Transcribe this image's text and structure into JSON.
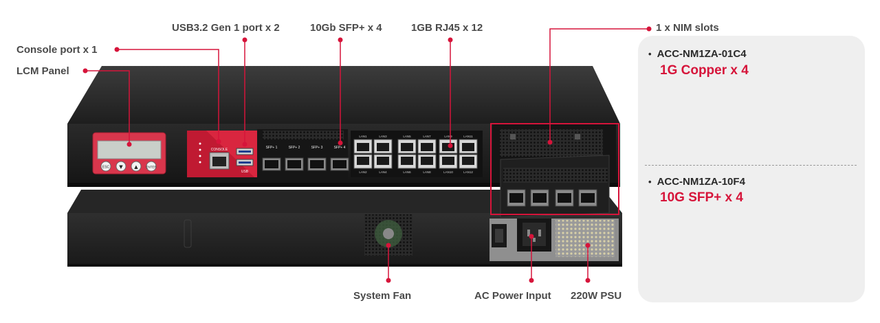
{
  "callouts": {
    "console": "Console port x 1",
    "lcm": "LCM Panel",
    "usb": "USB3.2 Gen 1 port x 2",
    "sfp": "10Gb SFP+ x 4",
    "rj45": "1GB RJ45 x 12",
    "nim": "1 x NIM slots",
    "fan": "System Fan",
    "ac": "AC Power Input",
    "psu": "220W PSU"
  },
  "front_panel": {
    "lcm_buttons": [
      "ESC",
      "▼",
      "▲",
      "ENTER"
    ],
    "console_label": "CONSOLE",
    "usb_label": "USB",
    "sfp_labels": [
      "SFP+ 1",
      "SFP+ 2",
      "SFP+ 3",
      "SFP+ 4"
    ],
    "lan_top_labels": [
      "LAN1",
      "LAN3",
      "LAN5",
      "LAN7",
      "LAN9",
      "LAN11"
    ],
    "lan_bottom_labels": [
      "LAN2",
      "LAN4",
      "LAN6",
      "LAN8",
      "LAN10",
      "LAN12"
    ]
  },
  "modules": [
    {
      "name": "ACC-NM1ZA-01C4",
      "desc": "1G Copper x 4"
    },
    {
      "name": "ACC-NM1ZA-10F4",
      "desc": "10G SFP+ x 4"
    }
  ],
  "colors": {
    "accent": "#d6143a",
    "label_text": "#4a4a4a",
    "chassis": "#2b2b2b",
    "panel_bg": "#efefef"
  }
}
